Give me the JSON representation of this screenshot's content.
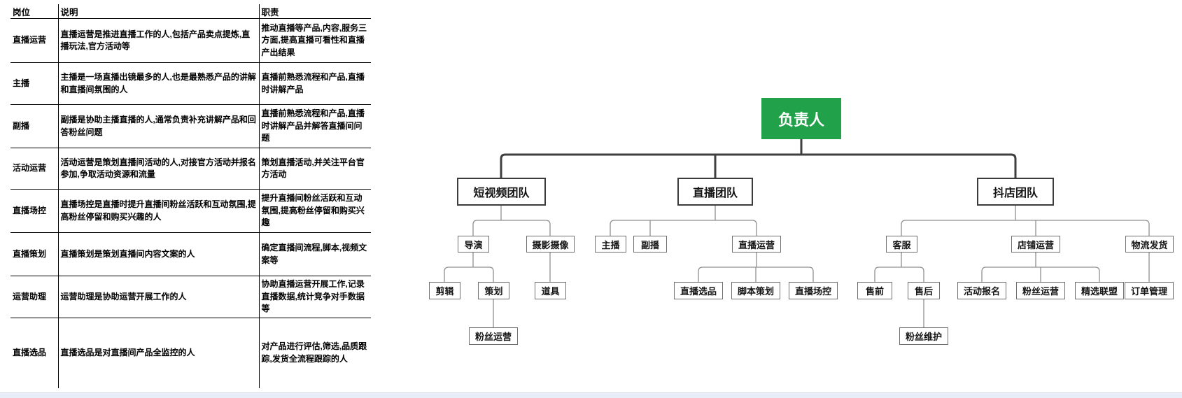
{
  "table": {
    "headers": [
      "岗位",
      "说明",
      "职责"
    ],
    "rows": [
      {
        "position": "直播运营",
        "description": "直播运营是推进直播工作的人,包括产品卖点提炼,直播玩法,官方活动等",
        "duties": "推动直播等产品,内容,服务三方面,提高直播可看性和直播产出结果"
      },
      {
        "position": "主播",
        "description": "主播是一场直播出镜最多的人,也是最熟悉产品的讲解和直播间氛围的人",
        "duties": "直播前熟悉流程和产品,直播时讲解产品"
      },
      {
        "position": "副播",
        "description": "副播是协助主播直播的人,通常负责补充讲解产品和回答粉丝问题",
        "duties": "直播前熟悉流程和产品,直播时讲解产品并解答直播间问题"
      },
      {
        "position": "活动运营",
        "description": "活动运营是策划直播间活动的人,对接官方活动并报名参加,争取活动资源和流量",
        "duties": "策划直播活动,并关注平台官方活动"
      },
      {
        "position": "直播场控",
        "description": "直播场控是直播时提升直播间粉丝活跃和互动氛围,提高粉丝停留和购买兴趣的人",
        "duties": "提升直播间粉丝活跃和互动氛围,提高粉丝停留和购买兴趣"
      },
      {
        "position": "直播策划",
        "description": "直播策划是策划直播间内容文案的人",
        "duties": "确定直播间流程,脚本,视频文案等"
      },
      {
        "position": "运营助理",
        "description": "运营助理是协助运营开展工作的人",
        "duties": "协助直播运营开展工作,记录直播数据,统计竞争对手数据等"
      },
      {
        "position": "直播选品",
        "description": "直播选品是对直播间产品全监控的人",
        "duties": "对产品进行评估,筛选,品质跟踪,发货全流程跟踪的人"
      }
    ]
  },
  "org_chart": {
    "root": {
      "label": "负责人"
    },
    "teams": [
      {
        "label": "短视频团队",
        "children": [
          {
            "label": "导演",
            "children": [
              {
                "label": "剪辑"
              },
              {
                "label": "策划",
                "children": [
                  {
                    "label": "粉丝运营"
                  }
                ]
              }
            ]
          },
          {
            "label": "摄影摄像",
            "children": [
              {
                "label": "道具"
              }
            ]
          }
        ]
      },
      {
        "label": "直播团队",
        "children": [
          {
            "label": "主播"
          },
          {
            "label": "副播"
          },
          {
            "label": "直播运营",
            "children": [
              {
                "label": "直播选品"
              },
              {
                "label": "脚本策划"
              },
              {
                "label": "直播场控"
              }
            ]
          }
        ]
      },
      {
        "label": "抖店团队",
        "children": [
          {
            "label": "客服",
            "children": [
              {
                "label": "售前"
              },
              {
                "label": "售后",
                "children": [
                  {
                    "label": "粉丝维护"
                  }
                ]
              }
            ]
          },
          {
            "label": "店铺运营",
            "children": [
              {
                "label": "活动报名"
              },
              {
                "label": "粉丝运营"
              },
              {
                "label": "精选联盟"
              }
            ]
          },
          {
            "label": "物流发货",
            "children": [
              {
                "label": "订单管理"
              }
            ]
          }
        ]
      }
    ]
  },
  "colors": {
    "root_green": "#21a24a",
    "connector_thick": "#3f3f3f",
    "connector_thin": "#8f8f8f",
    "bottom_bar": "#e9edf7"
  }
}
